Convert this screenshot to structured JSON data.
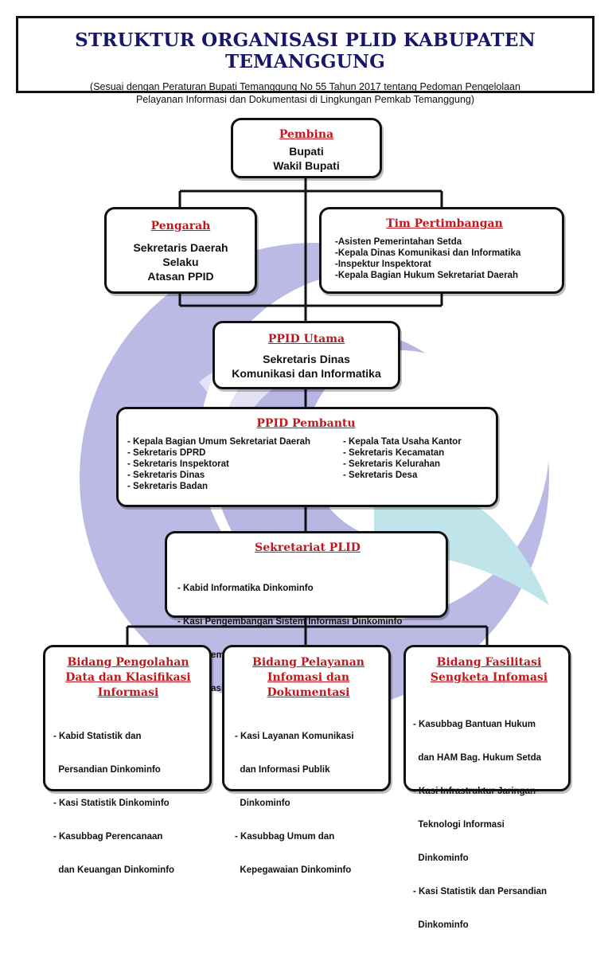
{
  "header": {
    "title": "STRUKTUR ORGANISASI PLID KABUPATEN TEMANGGUNG",
    "subtitle_line1": "(Sesuai dengan Peraturan Bupati Temanggung No 55 Tahun 2017 tentang Pedoman Pengelolaan",
    "subtitle_line2": "Pelayanan Informasi dan Dokumentasi di Lingkungan Pemkab Temanggung)"
  },
  "pembina": {
    "title": "Pembina",
    "lines": [
      "Bupati",
      "Wakil Bupati"
    ]
  },
  "pengarah": {
    "title": "Pengarah",
    "lines": [
      "Sekretaris Daerah",
      "Selaku",
      "Atasan PPID"
    ]
  },
  "tim": {
    "title": "Tim Pertimbangan",
    "items": [
      "-Asisten Pemerintahan Setda",
      "-Kepala Dinas Komunikasi dan Informatika",
      "-Inspektur Inspektorat",
      "-Kepala Bagian Hukum Sekretariat Daerah"
    ]
  },
  "utama": {
    "title": "PPID Utama",
    "lines": [
      "Sekretaris Dinas",
      "Komunikasi dan Informatika"
    ]
  },
  "pembantu": {
    "title": "PPID Pembantu",
    "left": [
      "- Kepala Bagian Umum Sekretariat Daerah",
      "- Sekretaris DPRD",
      "- Sekretaris Inspektorat",
      "- Sekretaris Dinas",
      "- Sekretaris Badan"
    ],
    "right": [
      "- Kepala Tata Usaha Kantor",
      "- Sekretaris Kecamatan",
      "- Sekretaris Kelurahan",
      "- Sekretaris Desa"
    ]
  },
  "sekretariat": {
    "title": "Sekretariat PLID",
    "items": [
      "- Kabid Informatika Dinkominfo",
      "- Kasi Pengembangan Sistem Informasi Dinkominfo",
      "- Kasi Pemberdayaan Komunikasi dan",
      "  Informasi Publik Dinkominfo"
    ]
  },
  "pengolahan": {
    "title": [
      "Bidang Pengolahan",
      "Data dan Klasifikasi",
      "Informasi"
    ],
    "items": [
      "- Kabid Statistik dan",
      "  Persandian Dinkominfo",
      "- Kasi Statistik Dinkominfo",
      "- Kasubbag Perencanaan",
      "  dan Keuangan Dinkominfo"
    ]
  },
  "pelayanan": {
    "title": [
      "Bidang Pelayanan",
      "Infomasi dan",
      "Dokumentasi"
    ],
    "items": [
      "- Kasi Layanan Komunikasi",
      "  dan Informasi Publik",
      "  Dinkominfo",
      "- Kasubbag Umum dan",
      "  Kepegawaian Dinkominfo"
    ]
  },
  "fasilitasi": {
    "title": [
      "Bidang Fasilitasi",
      "Sengketa Infomasi"
    ],
    "items": [
      "- Kasubbag Bantuan Hukum",
      "  dan HAM Bag. Hukum Setda",
      "- Kasi Infrastruktur Jaringan",
      "  Teknologi Informasi",
      "  Dinkominfo",
      "- Kasi Statistik dan Persandian",
      "  Dinkominfo"
    ]
  },
  "colors": {
    "title_navy": "#16166a",
    "heading_red": "#c0181e",
    "logo_purple": "#b7b6e3",
    "logo_teal": "#bfe5ea"
  },
  "icons": {
    "background": "kominfo-logo-watermark"
  }
}
